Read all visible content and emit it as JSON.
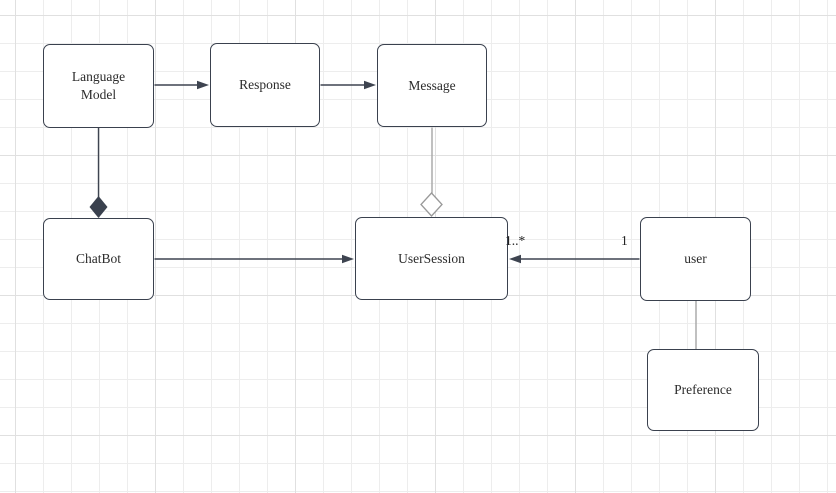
{
  "canvas": {
    "background_color": "#ffffff",
    "grid_minor_color": "#ededed",
    "grid_major_color": "#e0e0e0"
  },
  "diagram": {
    "type": "uml-class-diagram",
    "colors": {
      "node_border": "#3a414e",
      "node_fill": "#ffffff",
      "text": "#2b2b2b",
      "dark_edge": "#3e4450",
      "light_edge": "#a6a6a6"
    },
    "nodes": [
      {
        "id": "language-model",
        "label": "Language Model"
      },
      {
        "id": "response",
        "label": "Response"
      },
      {
        "id": "message",
        "label": "Message"
      },
      {
        "id": "chatbot",
        "label": "ChatBot"
      },
      {
        "id": "user-session",
        "label": "UserSession"
      },
      {
        "id": "user",
        "label": "user"
      },
      {
        "id": "preference",
        "label": "Preference"
      }
    ],
    "edges": [
      {
        "from": "language-model",
        "to": "response",
        "type": "arrow"
      },
      {
        "from": "response",
        "to": "message",
        "type": "arrow"
      },
      {
        "from": "language-model",
        "to": "chatbot",
        "type": "composition-filled-diamond"
      },
      {
        "from": "message",
        "to": "user-session",
        "type": "aggregation-hollow-diamond"
      },
      {
        "from": "chatbot",
        "to": "user-session",
        "type": "arrow"
      },
      {
        "from": "user",
        "to": "user-session",
        "type": "arrow",
        "source_multiplicity": "1",
        "target_multiplicity": "1..*"
      },
      {
        "from": "user",
        "to": "preference",
        "type": "plain-line"
      }
    ]
  }
}
